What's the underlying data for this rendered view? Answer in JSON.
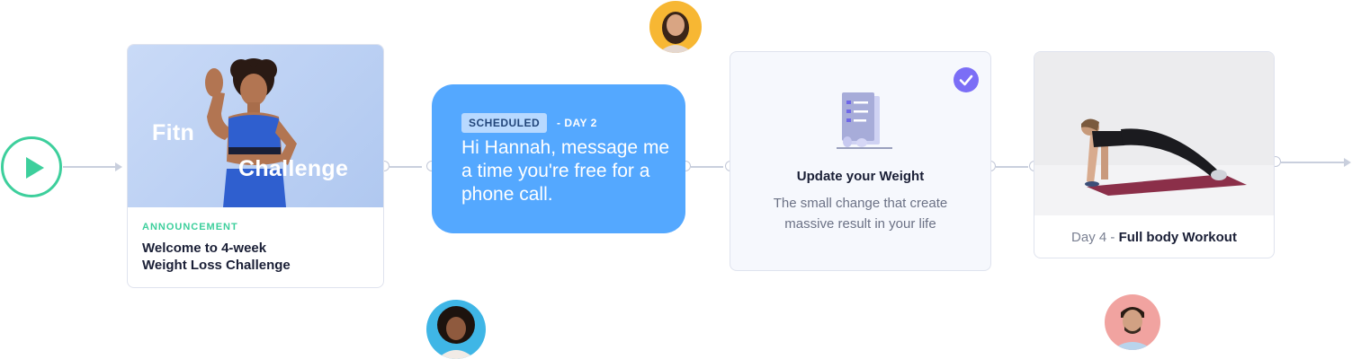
{
  "flow": {
    "start": {
      "icon": "play-icon"
    },
    "announcement_card": {
      "media_text_line1": "Fitn",
      "media_text_line2": "Challenge",
      "tag": "ANNOUNCEMENT",
      "title_line1": "Welcome to 4-week",
      "title_line2": "Weight Loss Challenge"
    },
    "message": {
      "badge": "SCHEDULED",
      "day": "- DAY 2",
      "text": "Hi Hannah, message me a time you're free for a phone call."
    },
    "task_card": {
      "status_icon": "check-circle-icon",
      "title": "Update your Weight",
      "description": "The small change that create massive result in your life"
    },
    "workout_card": {
      "day": "Day 4 -",
      "name": "Full body Workout"
    },
    "avatars": [
      {
        "name": "avatar-woman-yellow",
        "bg": "#f7b733"
      },
      {
        "name": "avatar-woman-blue",
        "bg": "#3fb6e6"
      },
      {
        "name": "avatar-man-pink",
        "bg": "#f1a3a0"
      }
    ]
  },
  "colors": {
    "accent_green": "#3dcf9c",
    "bubble_blue": "#54a8ff",
    "check_purple": "#7b6ef6",
    "connector": "#c9cfdd"
  }
}
